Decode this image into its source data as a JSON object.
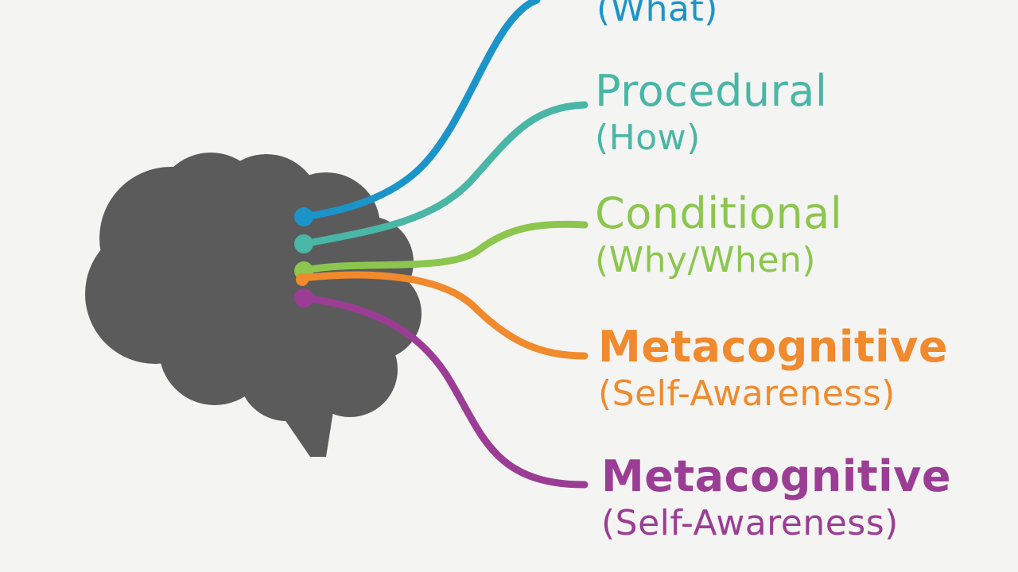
{
  "labels": [
    {
      "title": "",
      "subtitle": "(What)",
      "color": "#1b95c9"
    },
    {
      "title": "Procedural",
      "subtitle": "(How)",
      "color": "#49b6a6"
    },
    {
      "title": "Conditional",
      "subtitle": "(Why/When)",
      "color": "#8cc64e"
    },
    {
      "title": "Metacognitive",
      "subtitle": "(Self-Awareness)",
      "color": "#f08a2c"
    },
    {
      "title": "Metacognitive",
      "subtitle": "(Self-Awareness)",
      "color": "#9b3d94"
    }
  ],
  "brain_color": "#5b5b5b",
  "background_color": "#f4f4f3"
}
